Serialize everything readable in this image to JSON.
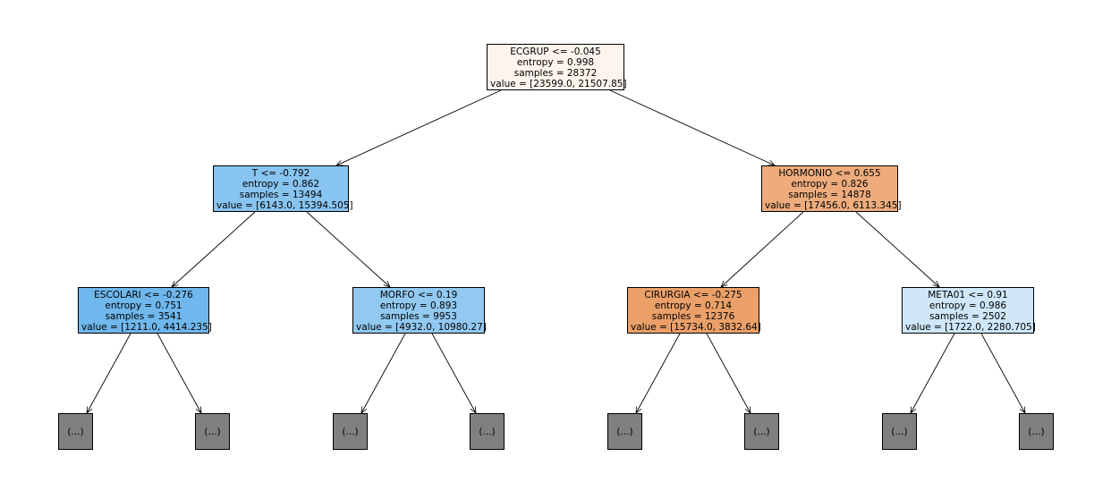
{
  "nodes": [
    {
      "id": "root",
      "condition": "ECGRUP <= -0.045",
      "entropy": "entropy = 0.998",
      "samples": "samples = 28372",
      "value": "value = [23599.0, 21507.85]",
      "fill": "#fdf4ed"
    },
    {
      "id": "l",
      "condition": "T <= -0.792",
      "entropy": "entropy = 0.862",
      "samples": "samples = 13494",
      "value": "value = [6143.0, 15394.505]",
      "fill": "#88c4f0"
    },
    {
      "id": "r",
      "condition": "HORMONIO <= 0.655",
      "entropy": "entropy = 0.826",
      "samples": "samples = 14878",
      "value": "value = [17456.0, 6113.345]",
      "fill": "#eeac7d"
    },
    {
      "id": "ll",
      "condition": "ESCOLARI <= -0.276",
      "entropy": "entropy = 0.751",
      "samples": "samples = 3541",
      "value": "value = [1211.0, 4414.235]",
      "fill": "#6fb7ec"
    },
    {
      "id": "lr",
      "condition": "MORFO <= 0.19",
      "entropy": "entropy = 0.893",
      "samples": "samples = 9953",
      "value": "value = [4932.0, 10980.27]",
      "fill": "#91c9f1"
    },
    {
      "id": "rl",
      "condition": "CIRURGIA <= -0.275",
      "entropy": "entropy = 0.714",
      "samples": "samples = 12376",
      "value": "value = [15734.0, 3832.64]",
      "fill": "#eba069"
    },
    {
      "id": "rr",
      "condition": "META01 <= 0.91",
      "entropy": "entropy = 0.986",
      "samples": "samples = 2502",
      "value": "value = [1722.0, 2280.705]",
      "fill": "#cfe7f9"
    }
  ],
  "leaf_label": "(...)",
  "leaf_color": "#808080"
}
